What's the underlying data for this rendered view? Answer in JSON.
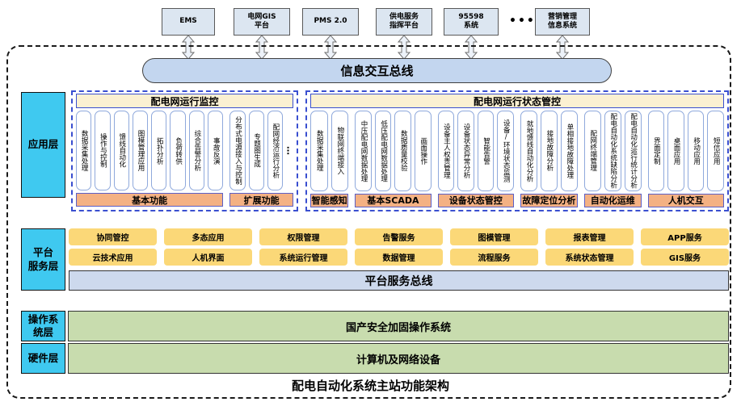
{
  "title": "配电自动化系统主站功能架构",
  "colors": {
    "layer_label_cyan": "#3FC9F0",
    "platform_yellow": "#FBD878",
    "category_orange": "#F4B183",
    "os_green": "#C8DCAE",
    "info_bus_blue": "#C3D6EF",
    "system_box_blue": "#DCE6F1",
    "group_header_cream": "#FBF0D2",
    "group_border_blue": "#3A4FD0"
  },
  "top_systems": [
    {
      "label": "EMS"
    },
    {
      "label": "电网GIS\n平台"
    },
    {
      "label": "PMS 2.0"
    },
    {
      "label": "供电服务\n指挥平台"
    },
    {
      "label": "95598\n系统"
    },
    {
      "label": "营销管理\n信息系统"
    }
  ],
  "top_ellipsis": "•••",
  "info_bus": "信息交互总线",
  "app_layer": {
    "label": "应用层",
    "groups": [
      {
        "title": "配电网运行监控",
        "subgroups": [
          {
            "label": "基本功能",
            "items": [
              "数据采集处理",
              "操作与控制",
              "馈线自动化",
              "图模管理应用",
              "拓扑分析",
              "负荷转供",
              "综合告警分析",
              "事故反演"
            ]
          },
          {
            "label": "扩展功能",
            "items": [
              "分布式电源接入与控制",
              "专题图生成",
              "配网经济运行分析"
            ],
            "ellipsis": "…"
          }
        ]
      },
      {
        "title": "配电网运行状态管控",
        "subgroups": [
          {
            "label": "智能感知",
            "items": [
              "数据采集处理",
              "物联网终端接入"
            ]
          },
          {
            "label": "基本SCADA",
            "items": [
              "中压配电网数据处理",
              "低压配电网数据处理",
              "数据质量校验",
              "画面操作"
            ]
          },
          {
            "label": "设备状态管控",
            "items": [
              "设备主人权责管理",
              "设备状态异常分析",
              "智能告警",
              "设备/环境状态监测"
            ]
          },
          {
            "label": "故障定位分析",
            "items": [
              "就地馈线自动化分析",
              "接地故障分析",
              "单相接地故障处理"
            ]
          },
          {
            "label": "自动化运维",
            "items": [
              "配网终端管理",
              "配电自动化系统缺陷分析",
              "配电自动化运行统计分析"
            ]
          },
          {
            "label": "人机交互",
            "items": [
              "界面定制",
              "桌面应用",
              "移动应用",
              "短信应用"
            ]
          }
        ]
      }
    ]
  },
  "platform_layer": {
    "label": "平台\n服务层",
    "rows": [
      [
        "协同管控",
        "多态应用",
        "权限管理",
        "告警服务",
        "图模管理",
        "报表管理",
        "APP服务"
      ],
      [
        "云技术应用",
        "人机界面",
        "系统运行管理",
        "数据管理",
        "流程服务",
        "系统状态管理",
        "GIS服务"
      ]
    ],
    "bus": "平台服务总线"
  },
  "os_layer": {
    "label": "操作系\n统层",
    "content": "国产安全加固操作系统"
  },
  "hw_layer": {
    "label": "硬件层",
    "content": "计算机及网络设备"
  }
}
